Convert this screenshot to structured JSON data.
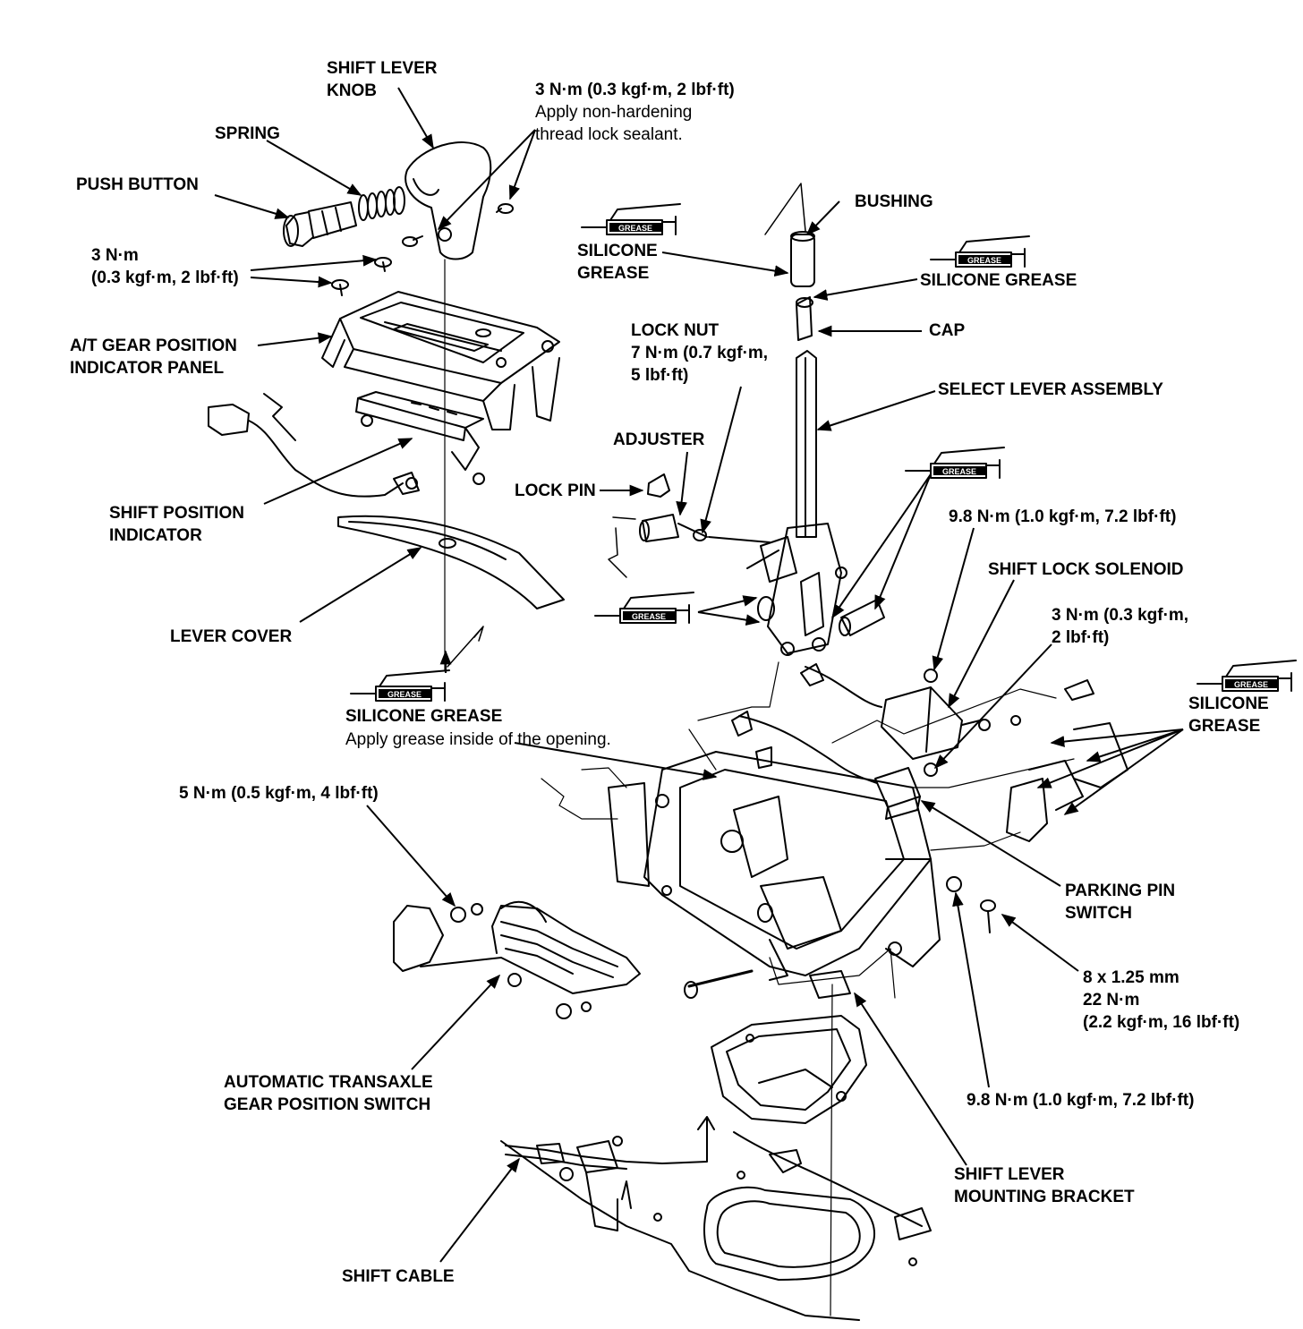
{
  "labels": {
    "shift_lever_knob": "SHIFT LEVER\nKNOB",
    "torque_knob": "3 N·m (0.3 kgf·m, 2 lbf·ft)",
    "torque_knob_note": "Apply non-hardening\nthread lock sealant.",
    "spring": "SPRING",
    "push_button": "PUSH BUTTON",
    "torque_panel": "3 N·m\n(0.3 kgf·m, 2 lbf·ft)",
    "gear_position_indicator_panel": "A/T GEAR POSITION\nINDICATOR PANEL",
    "shift_position_indicator": "SHIFT POSITION\nINDICATOR",
    "lever_cover": "LEVER COVER",
    "silicone_grease_cover": "SILICONE GREASE",
    "silicone_grease_cover_note": "Apply grease inside of the opening.",
    "torque_switch": "5 N·m (0.5 kgf·m, 4 lbf·ft)",
    "gear_position_switch": "AUTOMATIC TRANSAXLE\nGEAR POSITION SWITCH",
    "shift_cable": "SHIFT CABLE",
    "bushing": "BUSHING",
    "silicone_grease_bushing": "SILICONE\nGREASE",
    "silicone_grease_cap": "SILICONE GREASE",
    "cap": "CAP",
    "lock_nut": "LOCK NUT\n7 N·m (0.7 kgf·m,\n5 lbf·ft)",
    "select_lever_assembly": "SELECT LEVER ASSEMBLY",
    "adjuster": "ADJUSTER",
    "lock_pin": "LOCK PIN",
    "torque_solenoid_bolt": "9.8 N·m (1.0 kgf·m, 7.2 lbf·ft)",
    "shift_lock_solenoid": "SHIFT LOCK SOLENOID",
    "torque_solenoid": "3 N·m (0.3 kgf·m,\n2 lbf·ft)",
    "silicone_grease_right": "SILICONE\nGREASE",
    "parking_pin_switch": "PARKING PIN\nSWITCH",
    "torque_bracket_bolt": "8 x 1.25 mm\n22 N·m\n(2.2 kgf·m, 16 lbf·ft)",
    "torque_bracket_nut": "9.8 N·m (1.0 kgf·m, 7.2 lbf·ft)",
    "shift_lever_mounting_bracket": "SHIFT LEVER\nMOUNTING BRACKET"
  },
  "grease_tag": "GREASE",
  "colors": {
    "ink": "#000000",
    "paper": "#ffffff"
  }
}
